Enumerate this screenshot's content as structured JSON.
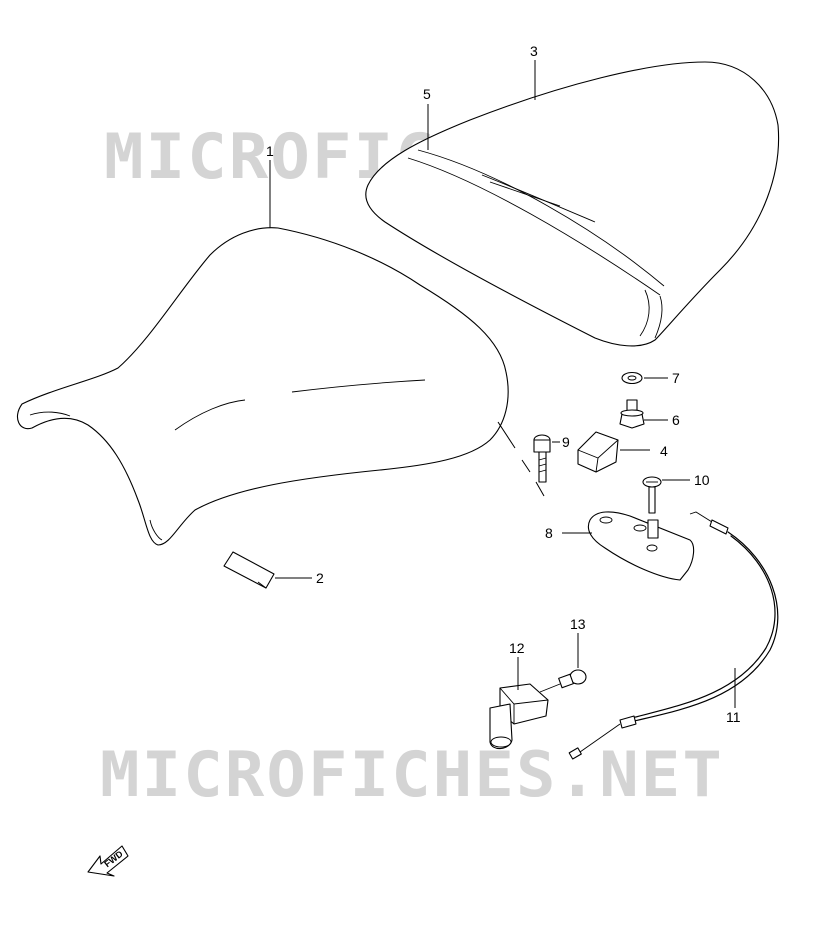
{
  "watermark": "MICROFICHES.NET",
  "fwd_label": "FWD",
  "parts": {
    "p1": "1",
    "p2": "2",
    "p3": "3",
    "p4": "4",
    "p5": "5",
    "p6": "6",
    "p7": "7",
    "p8": "8",
    "p9": "9",
    "p10": "10",
    "p11": "11",
    "p12": "12",
    "p13": "13"
  }
}
